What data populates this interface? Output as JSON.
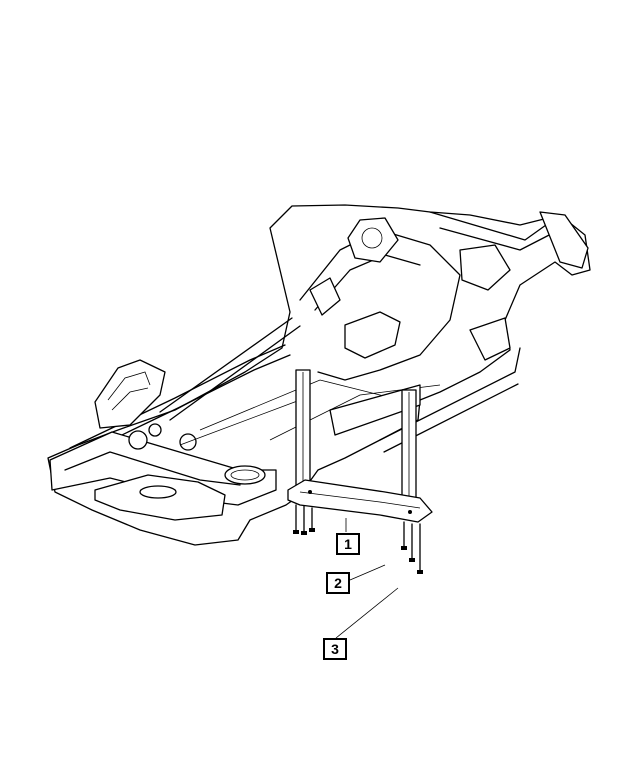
{
  "diagram": {
    "type": "exploded-parts-illustration",
    "callouts": [
      {
        "id": "1",
        "label": "1"
      },
      {
        "id": "2",
        "label": "2"
      },
      {
        "id": "3",
        "label": "3"
      }
    ]
  }
}
